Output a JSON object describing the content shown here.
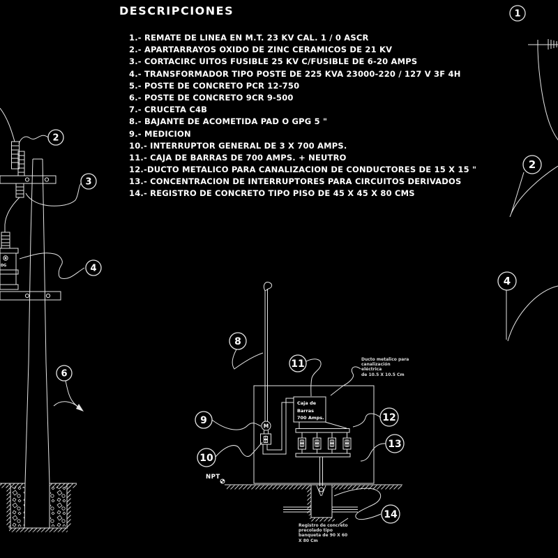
{
  "title": "DESCRIPCIONES",
  "descriptions": [
    "1.- REMATE DE LINEA EN M.T. 23 KV CAL. 1 / 0 ASCR",
    "2.- APARTARRAYOS OXIDO DE ZINC CERAMICOS DE 21 KV",
    "3.- CORTACIRC UITOS FUSIBLE 25 KV C/FUSIBLE DE 6-20 AMPS",
    "4.- TRANSFORMADOR TIPO POSTE DE 225 KVA 23000-220 / 127 V 3F 4H",
    "5.- POSTE DE CONCRETO PCR 12-750",
    "6.- POSTE DE CONCRETO 9CR 9-500",
    "7.- CRUCETA C4B",
    "8.- BAJANTE DE ACOMETIDA PAD O GPG 5 \"",
    "9.- MEDICION",
    "10.- INTERRUPTOR GENERAL DE 3 X 700 AMPS.",
    "11.- CAJA DE BARRAS DE 700 AMPS. + NEUTRO",
    "12.-DUCTO METALICO PARA CANALIZACION DE CONDUCTORES DE  15 X 15 \"",
    "13.- CONCENTRACION DE INTERRUPTORES PARA CIRCUITOS DERIVADOS",
    "14.- REGISTRO DE CONCRETO TIPO PISO DE 45 X 45 X 80 CMS"
  ],
  "callouts": {
    "left_pole": [
      "2",
      "3",
      "4",
      "6"
    ],
    "right_detail": [
      "1",
      "2",
      "4"
    ],
    "service_detail": [
      "8",
      "9",
      "10",
      "11",
      "12",
      "13",
      "14"
    ]
  },
  "labels": {
    "caja_de_barras": "Caja de\nBarras\n700 Amps.",
    "meter": "M",
    "npt": "NPT",
    "transformer_tag": "DG",
    "ducto_note": "Ducto metalico para\ncanalización\neléctrica\nde 10.5 X 10.5 Cm",
    "registro_note": "Registro de concreto\nprecolado tipo\nbanqueta de 90 X 60\nX 80 Cm"
  },
  "colors": {
    "background": "#000000",
    "line": "#e6e6e6",
    "text": "#ffffff"
  }
}
